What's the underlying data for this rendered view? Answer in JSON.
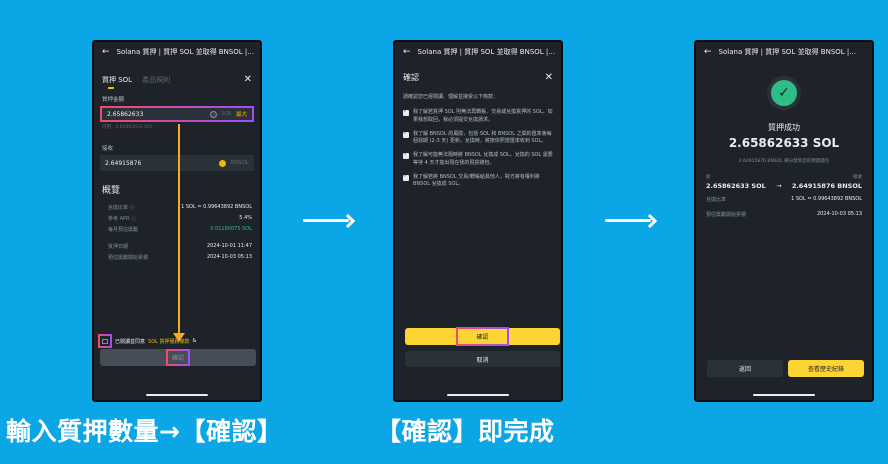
{
  "common": {
    "top_bar_title": "Solana 質押 | 質押 SOL 並取得 BNSOL |...",
    "back_icon": "←"
  },
  "panel1": {
    "tabs": [
      {
        "label": "質押 SOL",
        "active": true
      },
      {
        "label": "產品規則",
        "active": false
      }
    ],
    "close_icon": "✕",
    "stake_amount_label": "質押金額",
    "stake_amount_value": "2.65862633",
    "stake_currency": "SOL",
    "max_label": "最大",
    "available_hint": "可用：2.65862633 SOL",
    "receive_label": "接收",
    "receive_value": "2.64915876",
    "receive_currency": "BNSOL",
    "overview_title": "概覽",
    "overview_rows": [
      {
        "key": "兌換比率 ⓘ",
        "value": "1 SOL = 0.99643892 BNSOL",
        "color": "default"
      },
      {
        "key": "參考 APR ⓘ",
        "value": "5.4%",
        "color": "default"
      },
      {
        "key": "每月預估獎勵",
        "value": "0.01180075 SOL",
        "color": "green"
      }
    ],
    "timeline_rows": [
      {
        "key": "質押日期",
        "value": "2024-10-01 11:47"
      },
      {
        "key": "預估獎勵開始累積",
        "value": "2024-10-03 05:13"
      }
    ],
    "agree_text": "已閱讀並同意",
    "agree_link": "SOL 質押服務條款",
    "agree_suffix": "&",
    "confirm_button": "確認"
  },
  "panel2": {
    "title": "確認",
    "close_icon": "✕",
    "intro": "請確認您已經閱讀、理解並接受以下條款：",
    "terms": [
      {
        "checked": true,
        "text": "我了解若質押 SOL 則無法再轉帳、交易或兌換質押的 SOL。如果我想取回，我必須提交兌換請求。"
      },
      {
        "checked": true,
        "text": "我了解 BNSOL 的風險，包括 SOL 和 BNSOL 之間的匯率會每個週期 (2-3 天) 更新。兌換時，將按依照當匯率收到 SOL。"
      },
      {
        "checked": true,
        "text": "我了解可能無法隨時將 BNSOL 兌換成 SOL，兌換的 SOL 需要等待 4 天才能出現在我的現貨錢包。"
      },
      {
        "checked": true,
        "text": "我了解若將 BNSOL 交易/轉帳給其他人，對方將有權利將 BNSOL 兌換成 SOL。"
      }
    ],
    "confirm_button": "確認",
    "cancel_button": "取消"
  },
  "panel3": {
    "status_title": "質押成功",
    "amount": "2.65862633 SOL",
    "note": "2.64915876 BNSOL 將分發到您的現貨錢包",
    "from_label": "從",
    "to_label": "接收",
    "from_value": "2.65862633 SOL",
    "to_value": "2.64915876 BNSOL",
    "rows": [
      {
        "key": "兌換比率",
        "value": "1 SOL = 0.99643892 BNSOL"
      },
      {
        "key": "預估獎勵開始累積",
        "value": "2024-10-03 05:13"
      }
    ],
    "back_button": "返回",
    "history_button": "查看歷史紀錄"
  },
  "captions": {
    "left": "輸入質押數量→【確認】",
    "right": "【確認】即完成"
  },
  "colors": {
    "background": "#0aa6e6",
    "accent_yellow": "#fcd535",
    "success_green": "#2ebd85",
    "highlight_gradient_start": "#f04b6a",
    "highlight_gradient_end": "#9d4eff",
    "flow_arrow": "#f7a928"
  }
}
